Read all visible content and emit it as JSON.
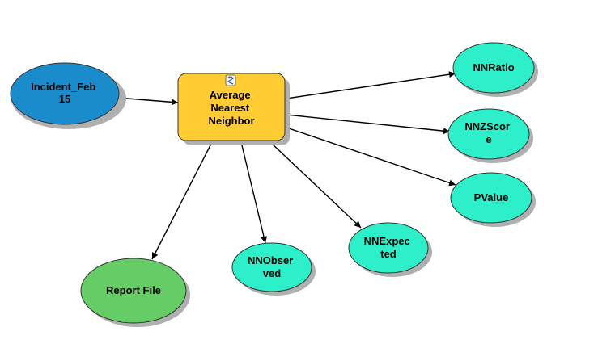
{
  "colors": {
    "input_fill": "#1A8CCB",
    "tool_fill": "#FFCC33",
    "output_fill": "#2DEFC9",
    "report_fill": "#66CC66",
    "shadow": "#B0B0B0",
    "outline": "#333333",
    "connector": "#000000"
  },
  "nodes": {
    "incident": {
      "lines": [
        "Incident_Feb",
        "15"
      ]
    },
    "tool": {
      "lines": [
        "Average",
        "Nearest",
        "Neighbor"
      ],
      "icon": "toolbox-script-icon"
    },
    "nnratio": {
      "lines": [
        "NNRatio"
      ]
    },
    "nnzscore": {
      "lines": [
        "NNZScor",
        "e"
      ]
    },
    "pvalue": {
      "lines": [
        "PValue"
      ]
    },
    "nnexpected": {
      "lines": [
        "NNExpec",
        "ted"
      ]
    },
    "nnobserved": {
      "lines": [
        "NNObser",
        "ved"
      ]
    },
    "report": {
      "lines": [
        "Report File"
      ]
    }
  },
  "connections": [
    [
      "incident",
      "tool"
    ],
    [
      "tool",
      "nnratio"
    ],
    [
      "tool",
      "nnzscore"
    ],
    [
      "tool",
      "pvalue"
    ],
    [
      "tool",
      "nnexpected"
    ],
    [
      "tool",
      "nnobserved"
    ],
    [
      "tool",
      "report"
    ]
  ]
}
